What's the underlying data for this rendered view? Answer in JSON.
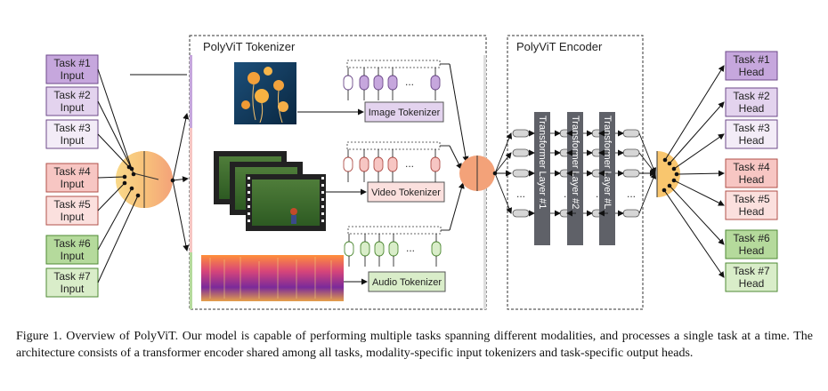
{
  "inputs": [
    {
      "line1": "Task #1",
      "line2": "Input",
      "fill": "#c6a7dd",
      "stroke": "#6d4a8a"
    },
    {
      "line1": "Task #2",
      "line2": "Input",
      "fill": "#e3d3ee",
      "stroke": "#6d4a8a"
    },
    {
      "line1": "Task #3",
      "line2": "Input",
      "fill": "#f3ecf7",
      "stroke": "#6d4a8a"
    },
    {
      "line1": "Task #4",
      "line2": "Input",
      "fill": "#f7c6c3",
      "stroke": "#b0504a"
    },
    {
      "line1": "Task #5",
      "line2": "Input",
      "fill": "#fbe0de",
      "stroke": "#b0504a"
    },
    {
      "line1": "Task #6",
      "line2": "Input",
      "fill": "#b5da9c",
      "stroke": "#4f8a35"
    },
    {
      "line1": "Task #7",
      "line2": "Input",
      "fill": "#d9edc9",
      "stroke": "#4f8a35"
    }
  ],
  "heads": [
    {
      "line1": "Task #1",
      "line2": "Head",
      "fill": "#c6a7dd",
      "stroke": "#6d4a8a"
    },
    {
      "line1": "Task #2",
      "line2": "Head",
      "fill": "#e3d3ee",
      "stroke": "#6d4a8a"
    },
    {
      "line1": "Task #3",
      "line2": "Head",
      "fill": "#f3ecf7",
      "stroke": "#6d4a8a"
    },
    {
      "line1": "Task #4",
      "line2": "Head",
      "fill": "#f7c6c3",
      "stroke": "#b0504a"
    },
    {
      "line1": "Task #5",
      "line2": "Head",
      "fill": "#fbe0de",
      "stroke": "#b0504a"
    },
    {
      "line1": "Task #6",
      "line2": "Head",
      "fill": "#b5da9c",
      "stroke": "#4f8a35"
    },
    {
      "line1": "Task #7",
      "line2": "Head",
      "fill": "#d9edc9",
      "stroke": "#4f8a35"
    }
  ],
  "tokenizer": {
    "title": "PolyViT  Tokenizer",
    "image_label": "Image Tokenizer",
    "video_label": "Video Tokenizer",
    "audio_label": "Audio Tokenizer",
    "ellipsis": "..."
  },
  "encoder": {
    "title": "PolyViT  Encoder",
    "layers": [
      "Transformer Layer #1",
      "Transformer Layer #2",
      "Transformer Layer #L"
    ],
    "ellipsis": "..."
  },
  "caption": "Figure 1. Overview of PolyViT. Our model is capable of performing multiple tasks spanning different modalities, and processes a single task at a time.  The architecture consists of a transformer encoder shared among all tasks, modality-specific input tokenizers and task-specific output heads."
}
